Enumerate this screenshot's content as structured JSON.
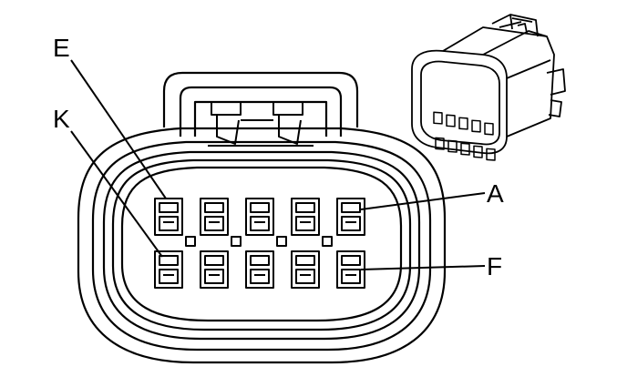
{
  "diagram": {
    "labels": {
      "e": "E",
      "k": "K",
      "a": "A",
      "f": "F"
    },
    "connector": {
      "cavity_rows": 2,
      "cavities_per_row": 5,
      "total_cavities": 10
    },
    "colors": {
      "stroke": "#000000",
      "background": "#ffffff"
    }
  }
}
